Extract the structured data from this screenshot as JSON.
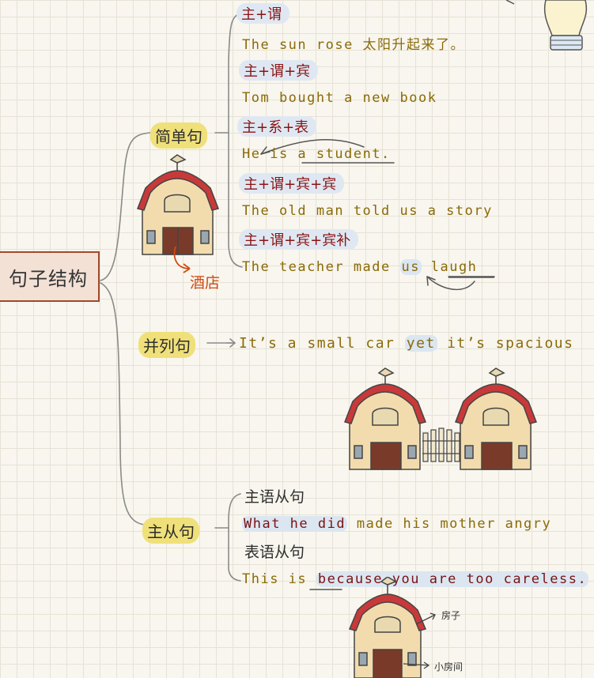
{
  "root": {
    "label": "句子结构"
  },
  "simple": {
    "label": "简单句",
    "patterns": [
      {
        "tag": "主+谓",
        "example": "The sun rose 太阳升起来了。"
      },
      {
        "tag": "主+谓+宾",
        "example": "Tom bought a new book"
      },
      {
        "tag": "主+系+表",
        "example_parts": [
          "He is ",
          "a student",
          "."
        ]
      },
      {
        "tag": "主+谓+宾+宾",
        "example": "The old man told us a story"
      },
      {
        "tag": "主+谓+宾+宾补",
        "example_parts": [
          "The teacher made ",
          "us",
          " ",
          "laugh"
        ]
      }
    ],
    "house_note": "酒店"
  },
  "compound": {
    "label": "并列句",
    "example_parts": [
      "It’s a small car ",
      "yet",
      " it’s spacious"
    ]
  },
  "complex": {
    "label": "主从句",
    "clauses": [
      {
        "tag": "主语从句",
        "example_parts": [
          "What he did",
          " made his mother angry"
        ]
      },
      {
        "tag": "表语从句",
        "example_parts": [
          "This is ",
          "because you are too careless."
        ]
      }
    ],
    "house_labels": {
      "roof": "房子",
      "door": "小房间"
    }
  },
  "colors": {
    "line": "#8a8a8a",
    "highlight_yellow": "#efe07a",
    "highlight_blue": "#dfe8f2",
    "example_text": "#8a6a08",
    "tag_text": "#8a1414",
    "barn_red": "#c8393a",
    "barn_wall": "#f2dcae",
    "root_border": "#a2482b"
  }
}
